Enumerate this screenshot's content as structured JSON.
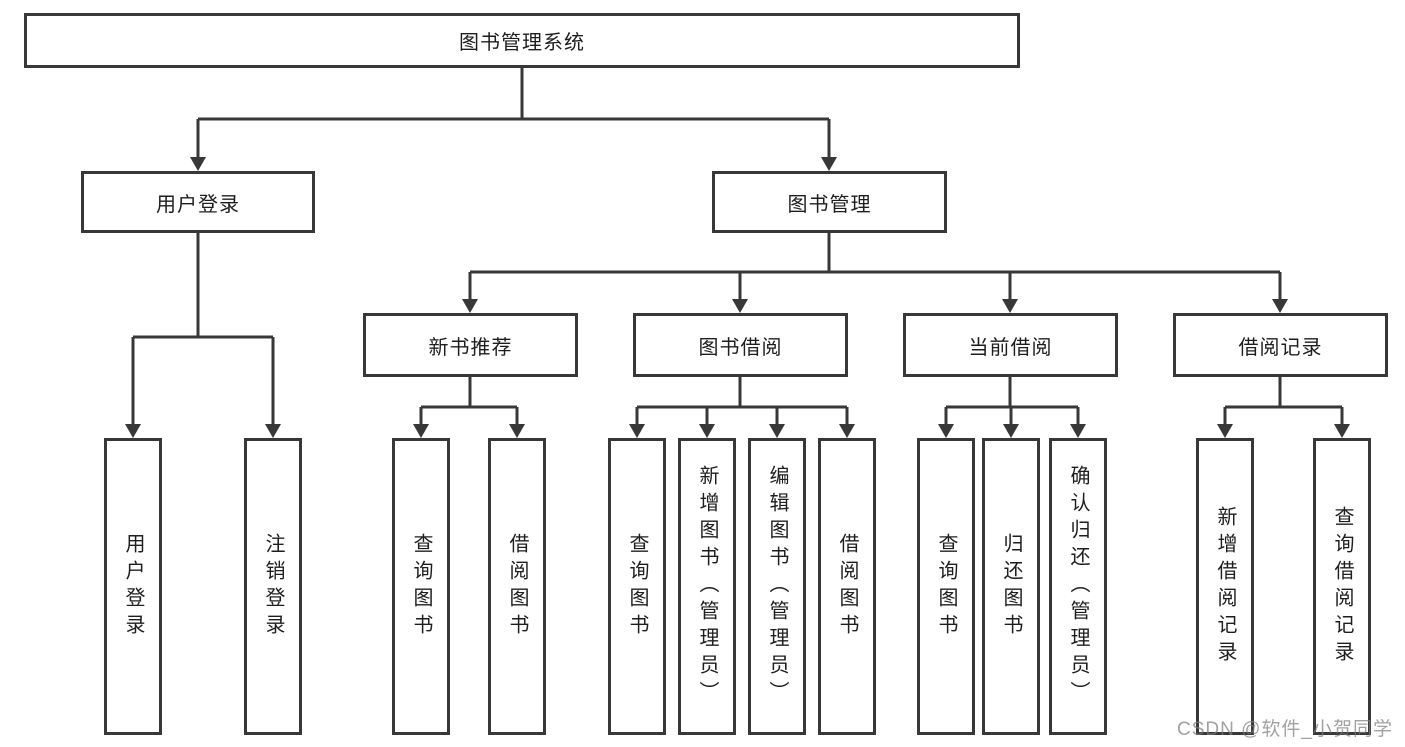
{
  "tree": {
    "root": {
      "label": "图书管理系统"
    },
    "level2": [
      {
        "label": "用户登录"
      },
      {
        "label": "图书管理"
      }
    ],
    "level3": [
      {
        "label": "新书推荐"
      },
      {
        "label": "图书借阅"
      },
      {
        "label": "当前借阅"
      },
      {
        "label": "借阅记录"
      }
    ],
    "leaves": {
      "login": [
        {
          "label": "用户登录"
        },
        {
          "label": "注销登录"
        }
      ],
      "recommend": [
        {
          "label": "查询图书"
        },
        {
          "label": "借阅图书"
        }
      ],
      "borrow": [
        {
          "label": "查询图书"
        },
        {
          "label": "新增图书（管理员）"
        },
        {
          "label": "编辑图书（管理员）"
        },
        {
          "label": "借阅图书"
        }
      ],
      "current": [
        {
          "label": "查询图书"
        },
        {
          "label": "归还图书"
        },
        {
          "label": "确认归还（管理员）"
        }
      ],
      "records": [
        {
          "label": "新增借阅记录"
        },
        {
          "label": "查询借阅记录"
        }
      ]
    }
  },
  "watermark": {
    "text": "CSDN @软件_小贺同学"
  },
  "colors": {
    "background": "#ffffff",
    "box_border": "#383838",
    "connector_line": "#383838",
    "text": "#1e1e1e",
    "watermark": "#7d7d7d"
  }
}
